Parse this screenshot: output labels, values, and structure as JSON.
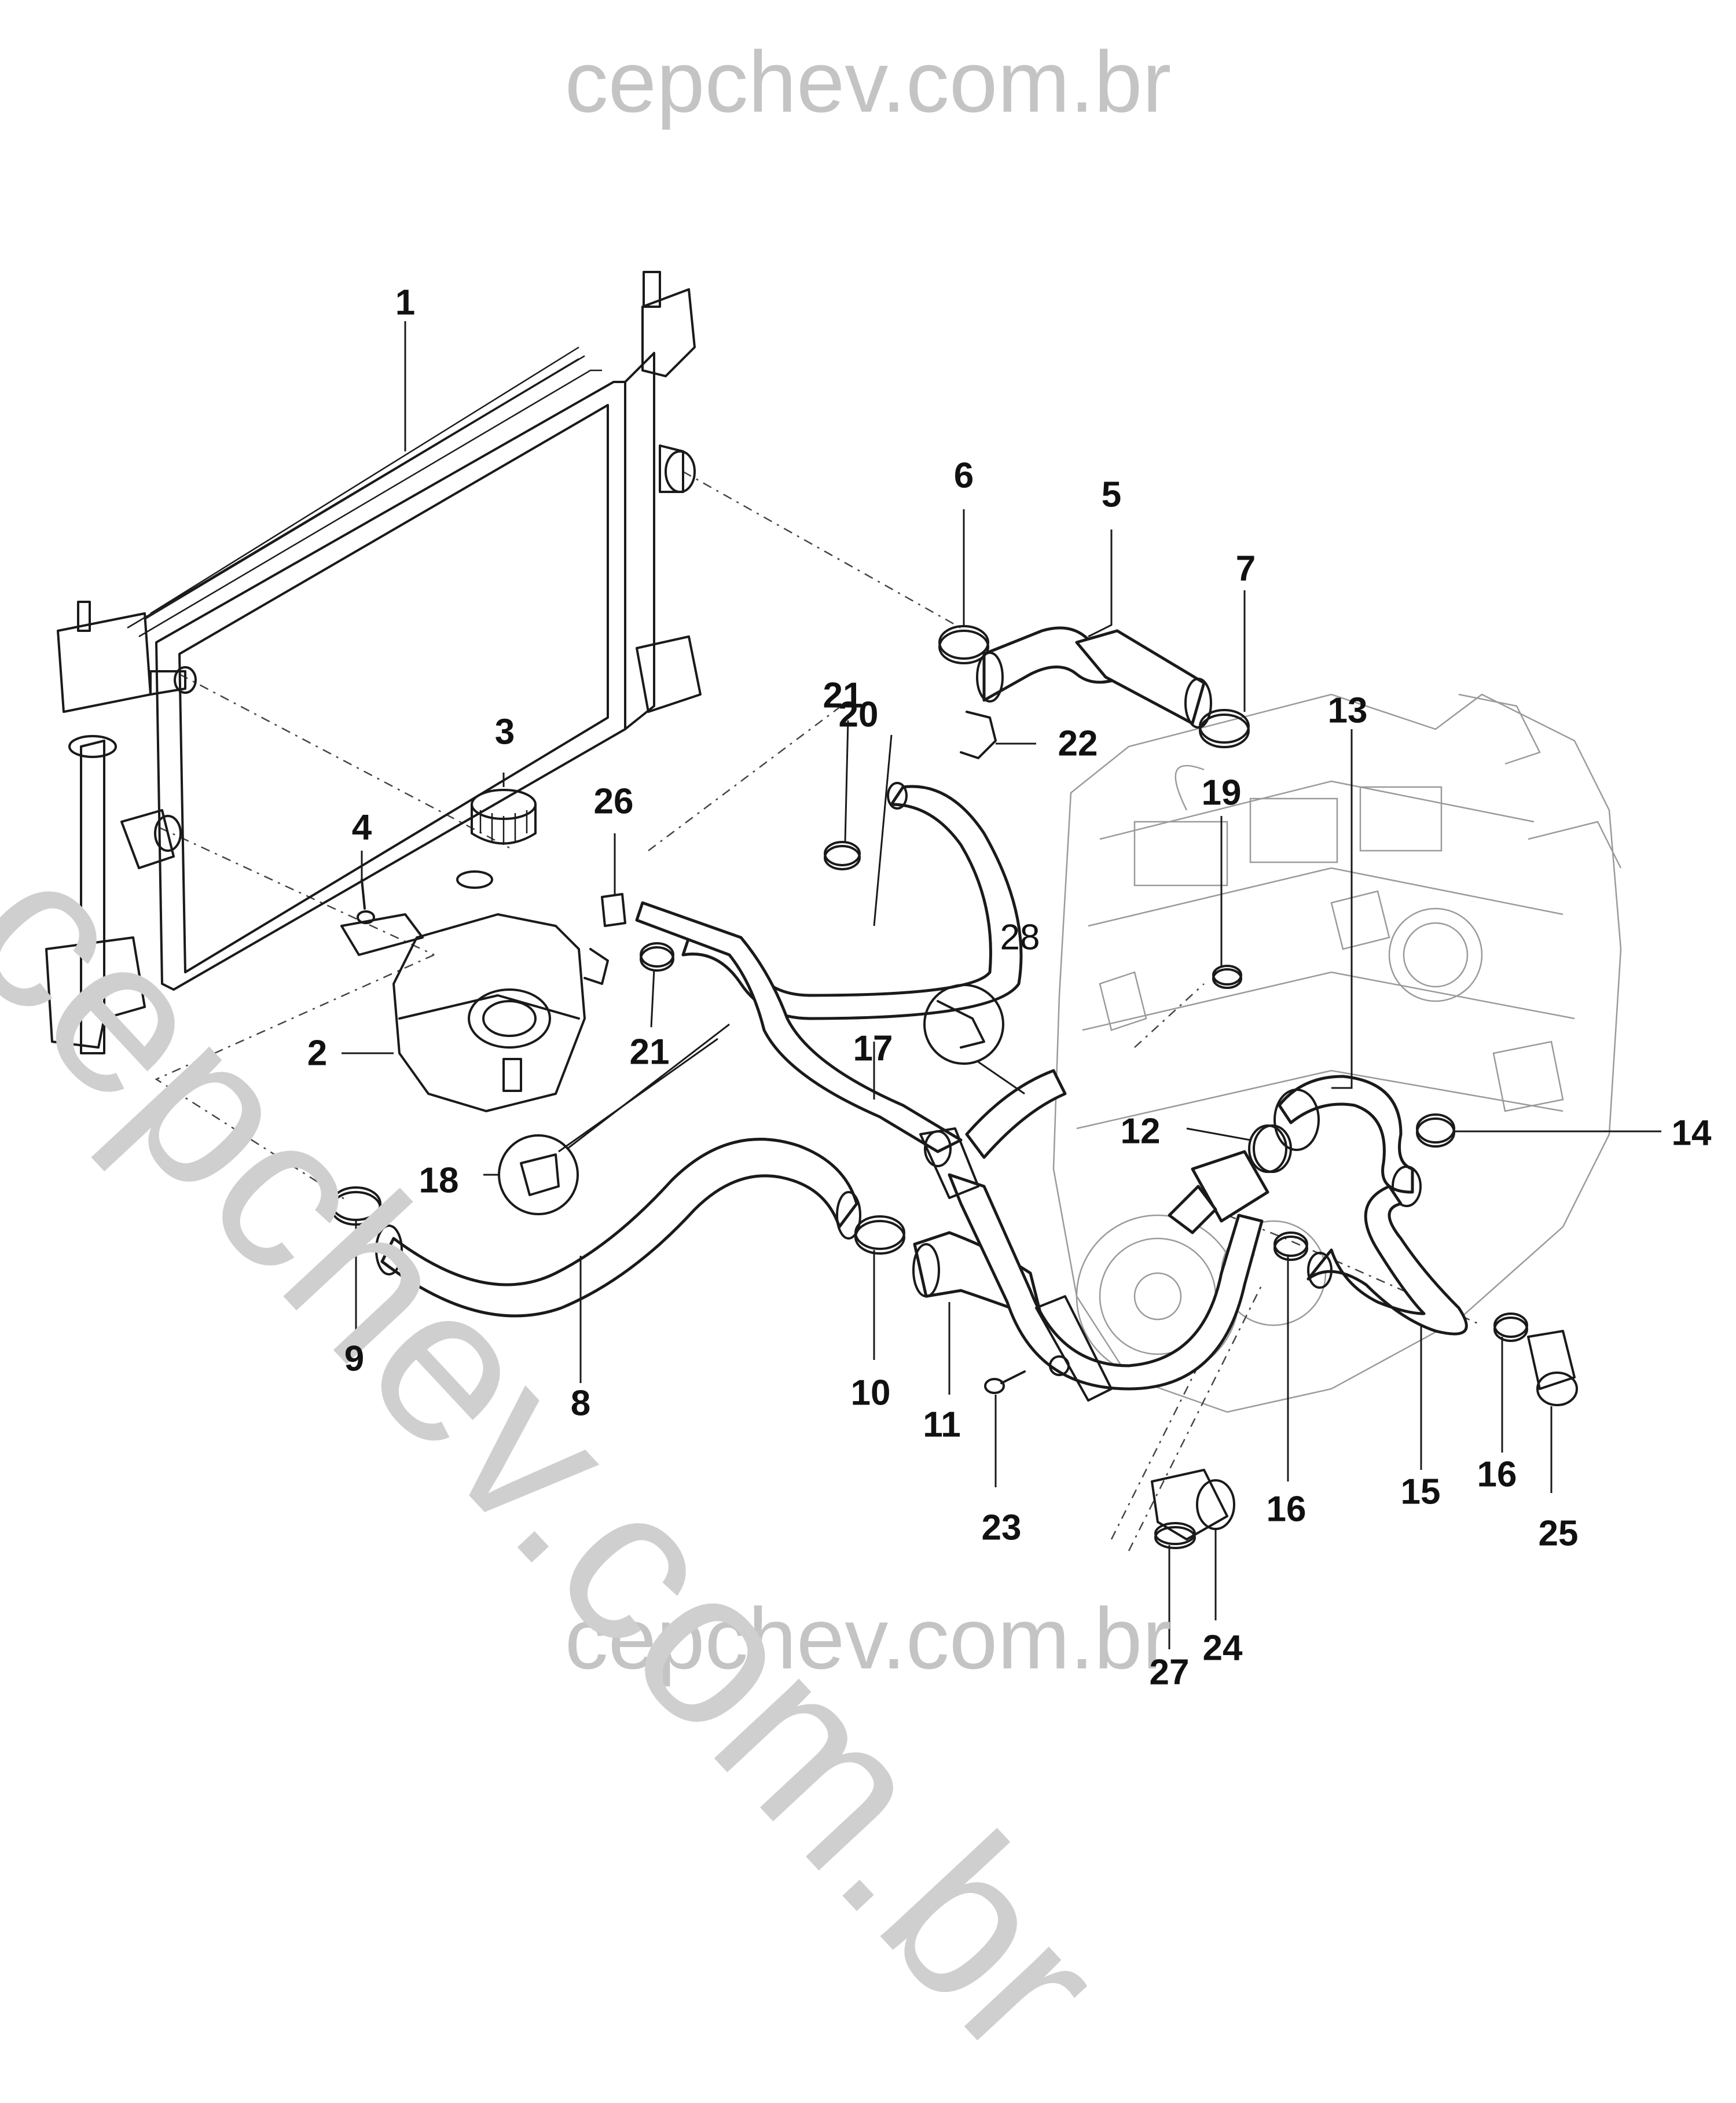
{
  "watermark": {
    "top": "cepchev.com.br",
    "bottom": "cepchev.com.br",
    "diagonal": "cepchev.com.br"
  },
  "colors": {
    "line": "#1a1a1a",
    "engine": "#9a9a9a",
    "watermark": "#c4c4c4"
  },
  "callouts": [
    "1",
    "2",
    "3",
    "4",
    "5",
    "6",
    "7",
    "8",
    "9",
    "10",
    "11",
    "12",
    "13",
    "14",
    "15",
    "16",
    "16",
    "17",
    "18",
    "19",
    "20",
    "21",
    "21",
    "22",
    "23",
    "24",
    "25",
    "26",
    "27",
    "28"
  ]
}
